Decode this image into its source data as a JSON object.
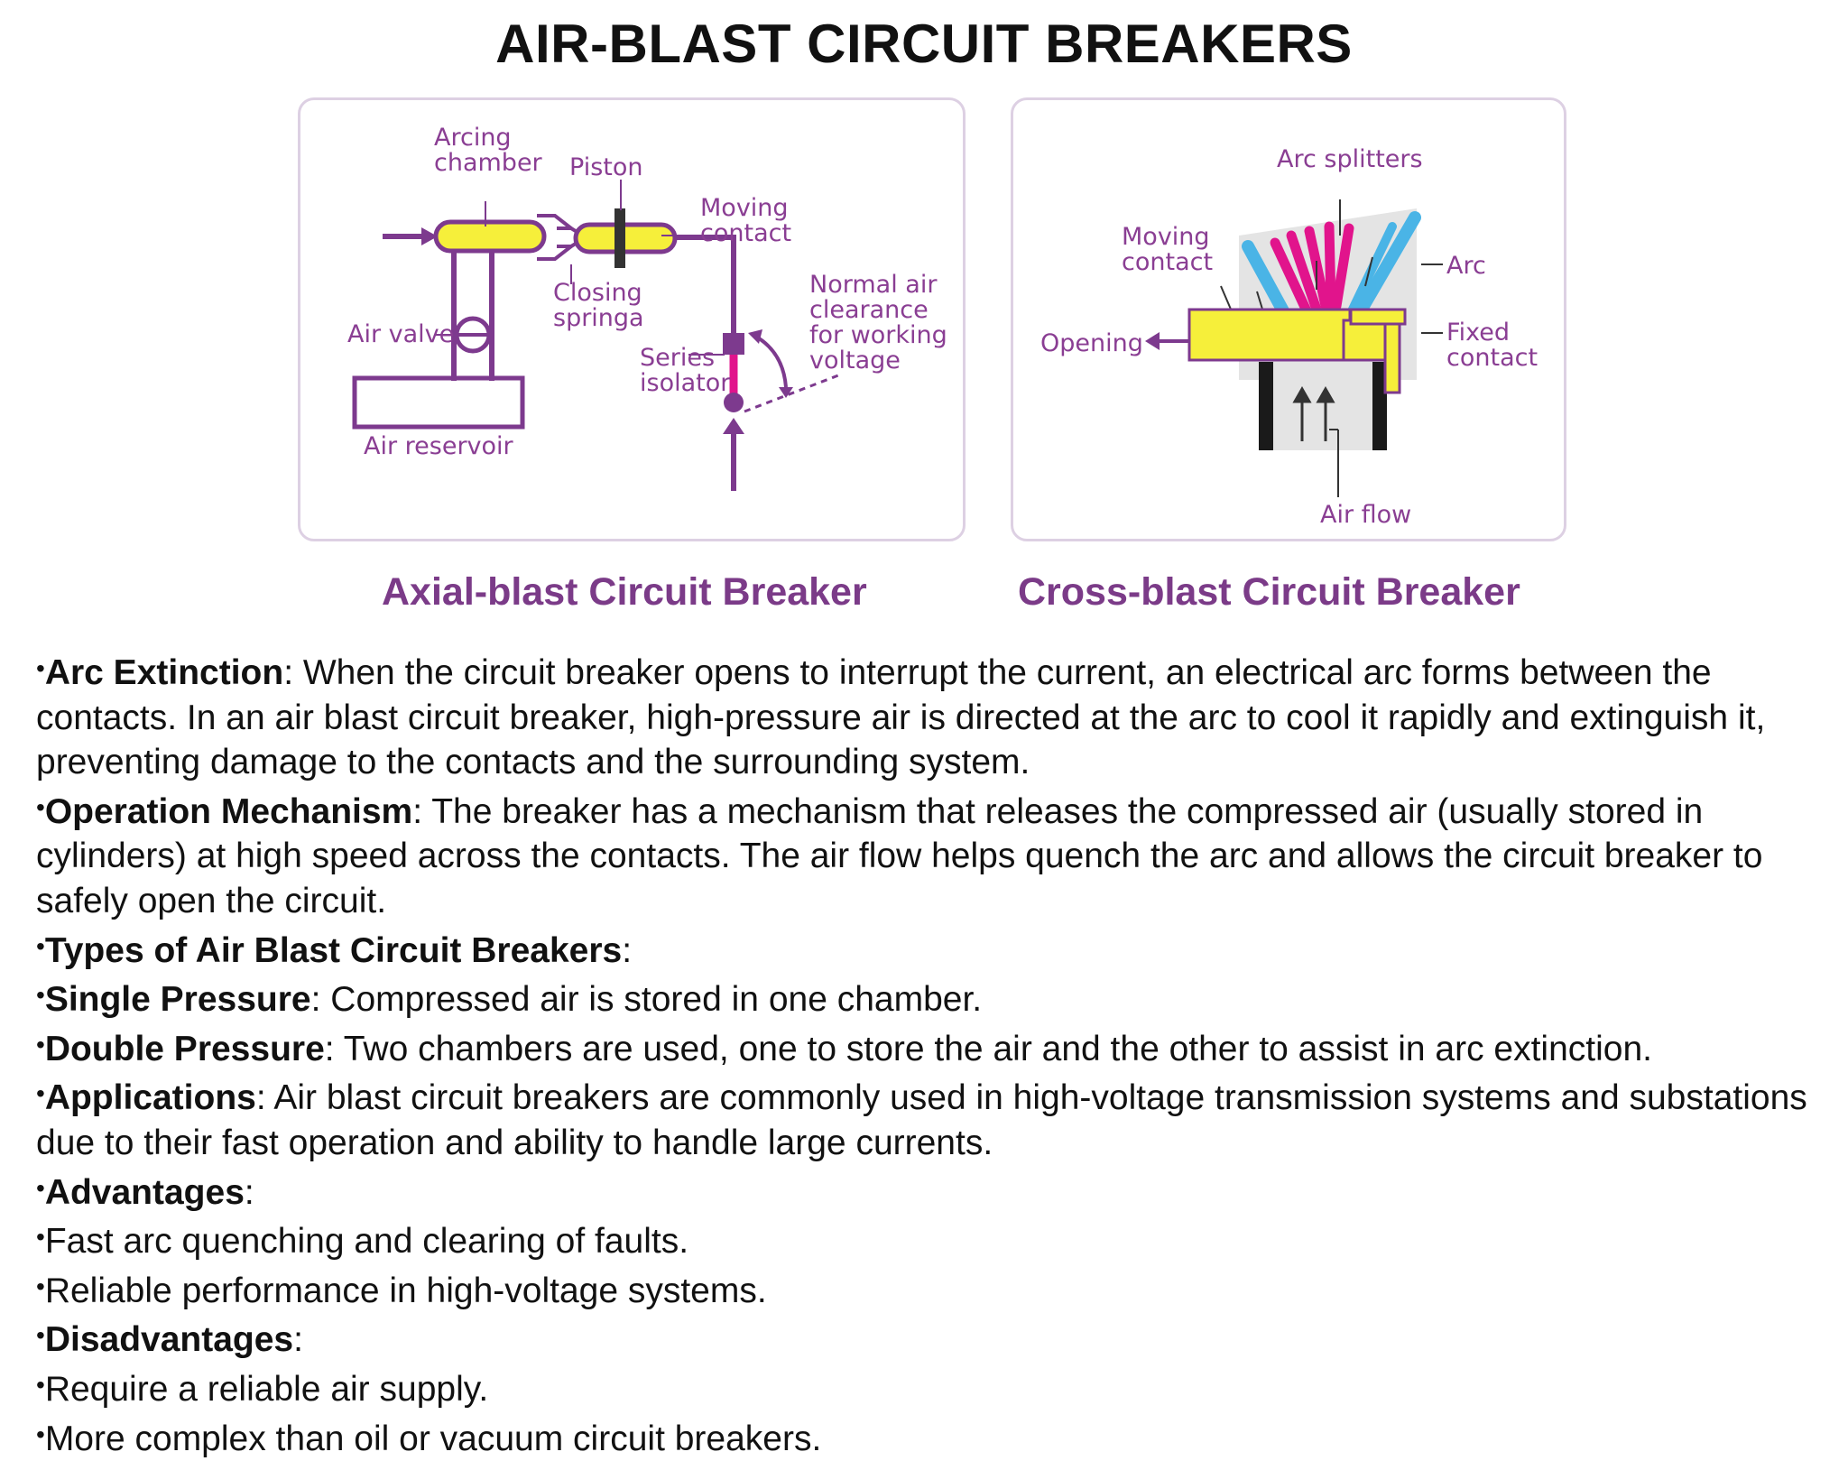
{
  "title": "AIR-BLAST CIRCUIT BREAKERS",
  "diagrams": {
    "axial": {
      "caption": "Axial-blast Circuit Breaker",
      "labels": {
        "arcing_1": "Arcing",
        "arcing_2": "chamber",
        "piston": "Piston",
        "moving_1": "Moving",
        "moving_2": "contact",
        "closing_1": "Closing",
        "closing_2": "springa",
        "air_valve": "Air valve",
        "normal_1": "Normal air",
        "normal_2": "clearance",
        "normal_3": "for working",
        "normal_4": "voltage",
        "series_1": "Series",
        "series_2": "isolator",
        "air_reservoir": "Air reservoir"
      }
    },
    "cross": {
      "caption": "Cross-blast Circuit Breaker",
      "labels": {
        "arc_splitters": "Arc splitters",
        "moving_1": "Moving",
        "moving_2": "contact",
        "arc": "Arc",
        "opening": "Opening",
        "fixed_1": "Fixed",
        "fixed_2": "contact",
        "air_flow": "Air flow"
      }
    },
    "colors": {
      "purple": "#7d3a8e",
      "yellow": "#f6ef3a",
      "magenta": "#e1148c",
      "blue": "#4ab4e6",
      "caption": "#7b3b88"
    }
  },
  "bullet": "•",
  "items": [
    {
      "head": "Arc Extinction",
      "text": ": When the circuit breaker opens to interrupt the current, an electrical arc forms between the contacts. In an air blast circuit breaker, high-pressure air is directed at the arc to cool it rapidly and extinguish it, preventing damage to the contacts and the surrounding system."
    },
    {
      "head": "Operation Mechanism",
      "text": ": The breaker has a mechanism that releases the compressed air (usually stored in cylinders) at high speed across the contacts. The air flow helps quench the arc and allows the circuit breaker to safely open the circuit."
    },
    {
      "head": "Types of Air Blast Circuit Breakers",
      "text": ":"
    },
    {
      "head": "Single Pressure",
      "text": ": Compressed air is stored in one chamber."
    },
    {
      "head": "Double Pressure",
      "text": ": Two chambers are used, one to store the air and the other to assist in arc extinction."
    },
    {
      "head": "Applications",
      "text": ": Air blast circuit breakers are commonly used in high-voltage transmission systems and substations due to their fast operation and ability to handle large currents."
    },
    {
      "head": "Advantages",
      "text": ":"
    },
    {
      "head": "",
      "text": "Fast arc quenching and clearing of faults."
    },
    {
      "head": "",
      "text": "Reliable performance in high-voltage systems."
    },
    {
      "head": "Disadvantages",
      "text": ":"
    },
    {
      "head": "",
      "text": "Require a reliable air supply."
    },
    {
      "head": "",
      "text": "More complex than oil or vacuum circuit breakers."
    }
  ]
}
